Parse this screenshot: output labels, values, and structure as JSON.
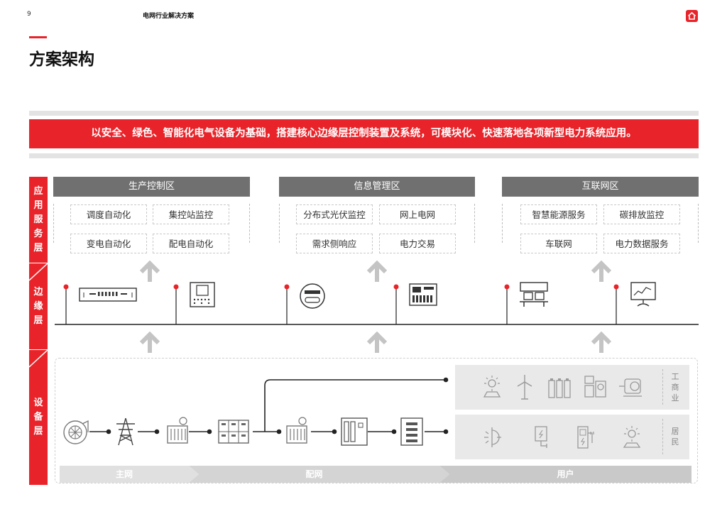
{
  "page": {
    "number": "9",
    "doc_title": "电网行业解决方案",
    "heading": "方案架构"
  },
  "banner": "以安全、绿色、智能化电气设备为基础，搭建核心边缘层控制装置及系统，可模块化、快速落地各项新型电力系统应用。",
  "layers": {
    "app": "应用服务层",
    "edge": "边缘层",
    "device": "设备层"
  },
  "zones": [
    {
      "title": "生产控制区",
      "items": [
        "调度自动化",
        "集控站监控",
        "变电自动化",
        "配电自动化"
      ]
    },
    {
      "title": "信息管理区",
      "items": [
        "分布式光伏监控",
        "网上电网",
        "需求侧响应",
        "电力交易"
      ]
    },
    {
      "title": "互联网区",
      "items": [
        "智慧能源服务",
        "碳排放监控",
        "车联网",
        "电力数据服务"
      ]
    }
  ],
  "user_groups": {
    "industrial": "工商业",
    "residential": "居民"
  },
  "footer": [
    "主网",
    "配网",
    "用户"
  ],
  "colors": {
    "accent": "#e8242a",
    "zone_header": "#707070",
    "footer_dark": "#c9c9c9"
  },
  "icons": {
    "edge": [
      "rack-device-icon",
      "control-panel-icon",
      "smart-meter-icon",
      "terminal-unit-icon",
      "workstation-icon",
      "monitor-chart-icon"
    ],
    "chain": [
      "turbine-icon",
      "transmission-tower-icon",
      "transformer-icon",
      "switchgear-icon",
      "transformer-icon",
      "cabinet-icon",
      "cabinet-icon"
    ],
    "industrial": [
      "solar-icon",
      "wind-turbine-icon",
      "battery-icon",
      "factory-equipment-icon",
      "motor-icon"
    ],
    "residential": [
      "pv-inverter-icon",
      "charging-station-icon",
      "ev-charger-icon",
      "home-solar-icon"
    ]
  }
}
